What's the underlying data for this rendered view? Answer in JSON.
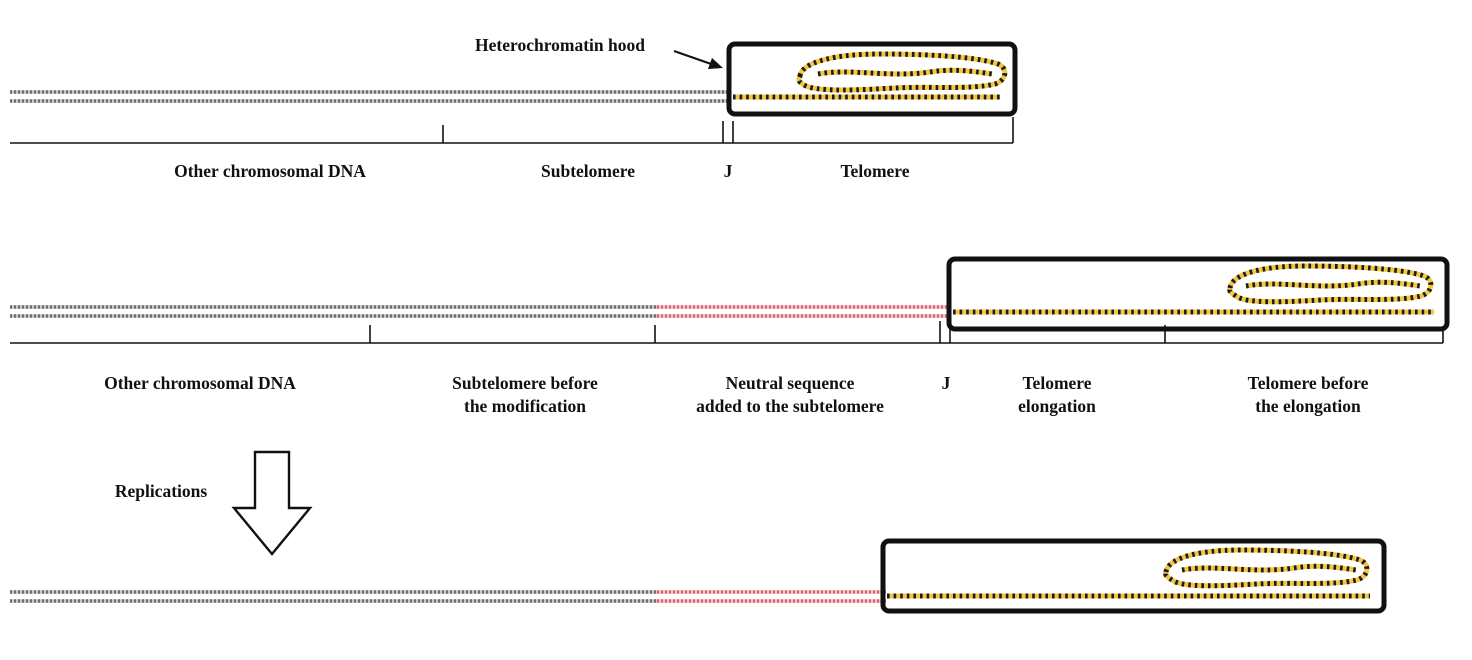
{
  "top": {
    "callout": "Heterochromatin hood",
    "labels": [
      "Other chromosomal DNA",
      "Subtelomere",
      "J",
      "Telomere"
    ]
  },
  "middle": {
    "labels": [
      [
        "Other chromosomal DNA"
      ],
      [
        "Subtelomere before",
        "the modification"
      ],
      [
        "Neutral sequence",
        "added to the subtelomere"
      ],
      [
        "J"
      ],
      [
        "Telomere",
        "elongation"
      ],
      [
        "Telomere before",
        "the elongation"
      ]
    ]
  },
  "bottom": {
    "process_label": "Replications"
  },
  "colors": {
    "dna_gray_light": "#c6c6c6",
    "dna_gray_dark": "#6e6e6e",
    "neutral_pink_light": "#f2c0c6",
    "neutral_pink_dark": "#dd6570",
    "telomere_yellow": "#f4c73e",
    "telomere_stripe": "#1c1c1c",
    "hood_border": "#111111"
  }
}
